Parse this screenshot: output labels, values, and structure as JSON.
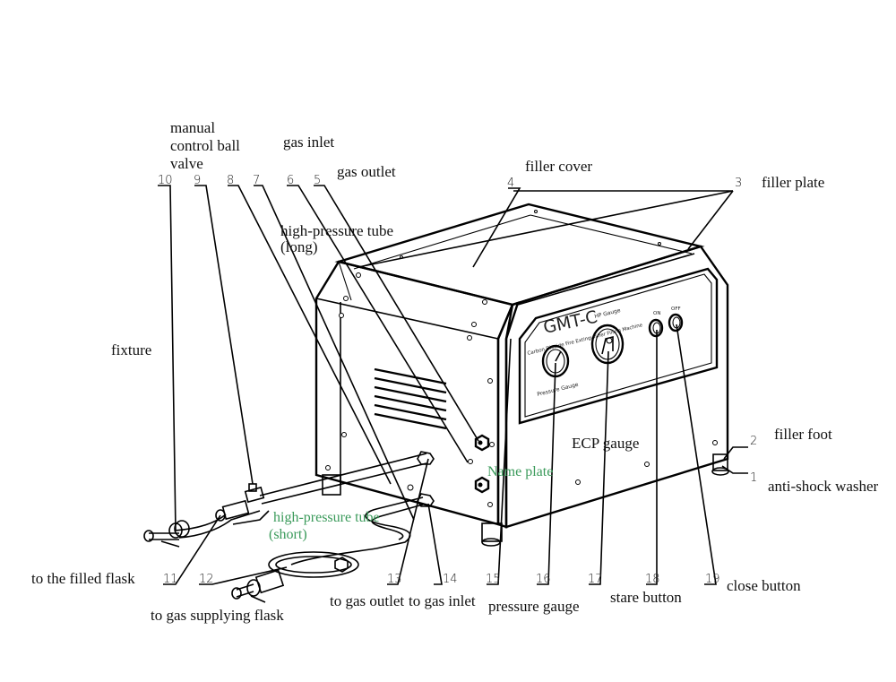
{
  "model": {
    "name": "GMT-C",
    "subtitle": "Carbon Dioxide Fire Extinguisher Filling Machine",
    "panel_labels": {
      "hp_gauge": "HP Gauge",
      "pressure_gauge": "Pressure Gauge",
      "on": "ON",
      "off": "OFF"
    }
  },
  "callouts": [
    {
      "number": "1",
      "label": "anti-shock washer"
    },
    {
      "number": "2",
      "label": "filler foot"
    },
    {
      "number": "3",
      "label": "filler plate"
    },
    {
      "number": "4",
      "label": "filler cover"
    },
    {
      "number": "5",
      "label": "gas outlet"
    },
    {
      "number": "6",
      "label": "gas inlet"
    },
    {
      "number": "7",
      "label": "high-pressure tube (long)"
    },
    {
      "number": "8",
      "label": ""
    },
    {
      "number": "9",
      "label": "manual control ball valve"
    },
    {
      "number": "10",
      "label": "fixture"
    },
    {
      "number": "11",
      "label": "to the filled flask"
    },
    {
      "number": "12",
      "label": "to gas supplying flask"
    },
    {
      "number": "13",
      "label": "to gas outlet"
    },
    {
      "number": "14",
      "label": "to gas inlet"
    },
    {
      "number": "15",
      "label": "pressure gauge"
    },
    {
      "number": "16",
      "label": ""
    },
    {
      "number": "17",
      "label": ""
    },
    {
      "number": "18",
      "label": "stare button"
    },
    {
      "number": "19",
      "label": "close button"
    }
  ],
  "labels": {
    "manual_valve_l1": "manual",
    "manual_valve_l2": "control ball",
    "manual_valve_l3": "valve",
    "gas_inlet": "gas inlet",
    "gas_outlet": "gas outlet",
    "filler_cover": "filler cover",
    "filler_plate": "filler plate",
    "hp_tube_long_l1": "high-pressure tube",
    "hp_tube_long_l2": "(long)",
    "fixture": "fixture",
    "name_plate": "Name plate",
    "ecp_gauge": "ECP gauge",
    "filler_foot": "filler foot",
    "anti_shock_washer": "anti-shock washer",
    "hp_tube_short_l1": "high-pressure tube",
    "hp_tube_short_l2": "(short)",
    "to_filled_flask": "to the filled flask",
    "to_gas_supplying_flask": "to gas supplying flask",
    "to_gas_outlet": "to gas outlet",
    "to_gas_inlet": "to gas inlet",
    "pressure_gauge": "pressure gauge",
    "stare_button": "stare button",
    "close_button": "close button"
  },
  "colors": {
    "green_label": "#3a9a5a",
    "line": "#000000"
  }
}
